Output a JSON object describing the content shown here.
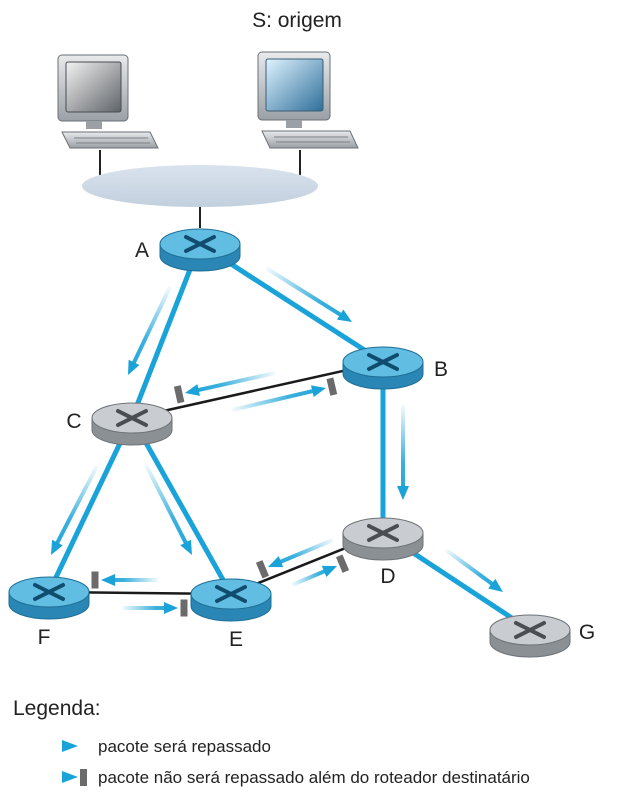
{
  "title": "S: origem",
  "nodes": [
    {
      "id": "A",
      "label": "A",
      "style": "blue"
    },
    {
      "id": "B",
      "label": "B",
      "style": "blue"
    },
    {
      "id": "C",
      "label": "C",
      "style": "gray"
    },
    {
      "id": "D",
      "label": "D",
      "style": "gray"
    },
    {
      "id": "E",
      "label": "E",
      "style": "blue"
    },
    {
      "id": "F",
      "label": "F",
      "style": "blue"
    },
    {
      "id": "G",
      "label": "G",
      "style": "gray"
    }
  ],
  "links": [
    {
      "from": "A",
      "to": "B",
      "forwarded": true
    },
    {
      "from": "A",
      "to": "C",
      "forwarded": true
    },
    {
      "from": "B",
      "to": "C",
      "forwarded": false
    },
    {
      "from": "B",
      "to": "D",
      "forwarded": true
    },
    {
      "from": "C",
      "to": "F",
      "forwarded": true
    },
    {
      "from": "C",
      "to": "E",
      "forwarded": true
    },
    {
      "from": "F",
      "to": "E",
      "forwarded": false
    },
    {
      "from": "D",
      "to": "E",
      "forwarded": false
    },
    {
      "from": "D",
      "to": "G",
      "forwarded": true
    }
  ],
  "legend": {
    "title": "Legenda:",
    "forwarded": "pacote será repassado",
    "not_forwarded": "pacote não será repassado além do roteador destinatário"
  },
  "colors": {
    "arrow": "#1aa3d8",
    "router_blue": "#3fa9d6",
    "router_gray": "#a9aeb3",
    "barrier": "#6b6b6b"
  }
}
